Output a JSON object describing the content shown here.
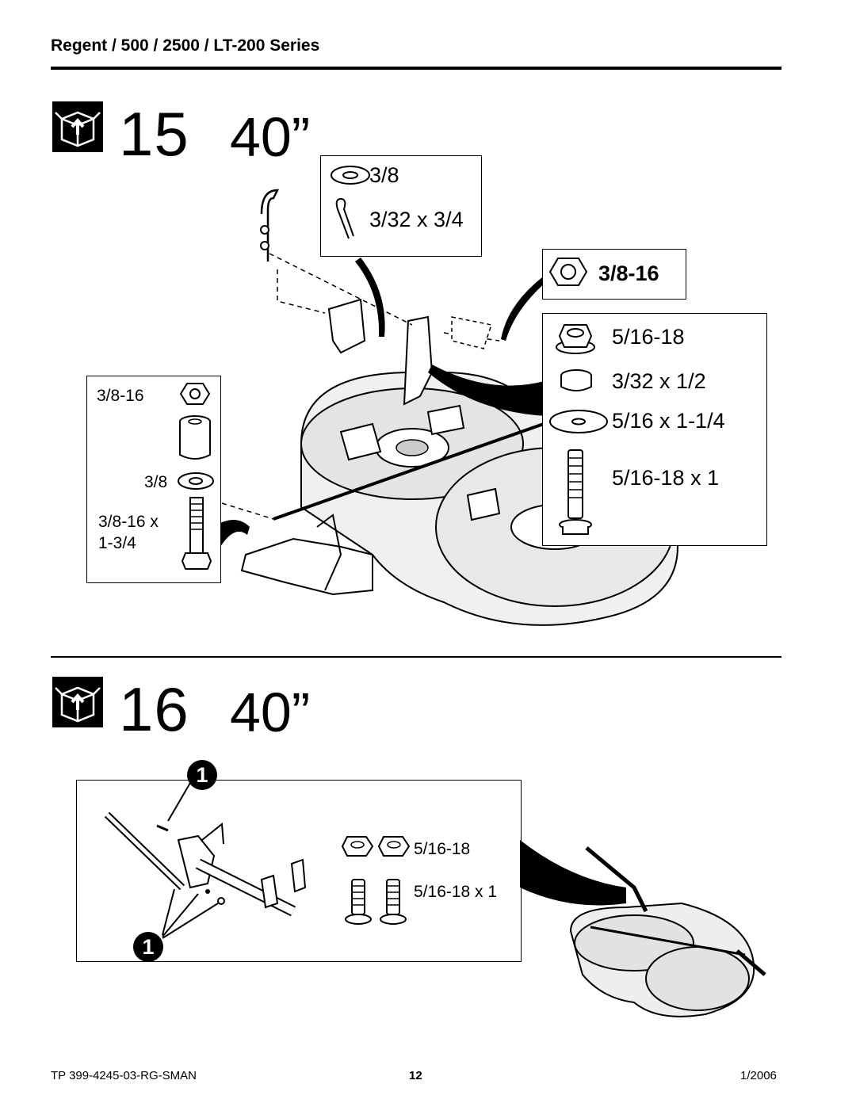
{
  "header": {
    "title": "Regent / 500 / 2500 / LT-200 Series"
  },
  "step15": {
    "number": "15",
    "size": "40”",
    "callout_top": {
      "washer_label": "3/8",
      "pin_label": "3/32 x 3/4"
    },
    "callout_nut": {
      "label": "3/8-16"
    },
    "callout_right": {
      "nut_label": "5/16-18",
      "spacer_label": "3/32 x 1/2",
      "washer_label": "5/16 x 1-1/4",
      "bolt_label": "5/16-18 x 1"
    },
    "callout_left": {
      "nut_label": "3/8-16",
      "washer_label": "3/8",
      "bolt_label_line1": "3/8-16 x",
      "bolt_label_line2": "1-3/4"
    }
  },
  "step16": {
    "number": "16",
    "size": "40”",
    "callout_marker_top": "1",
    "callout_marker_bottom": "1",
    "parts": {
      "nut_label": "5/16-18",
      "bolt_label": "5/16-18 x 1"
    }
  },
  "footer": {
    "doc_id": "TP 399-4245-03-RG-SMAN",
    "page": "12",
    "date": "1/2006"
  }
}
